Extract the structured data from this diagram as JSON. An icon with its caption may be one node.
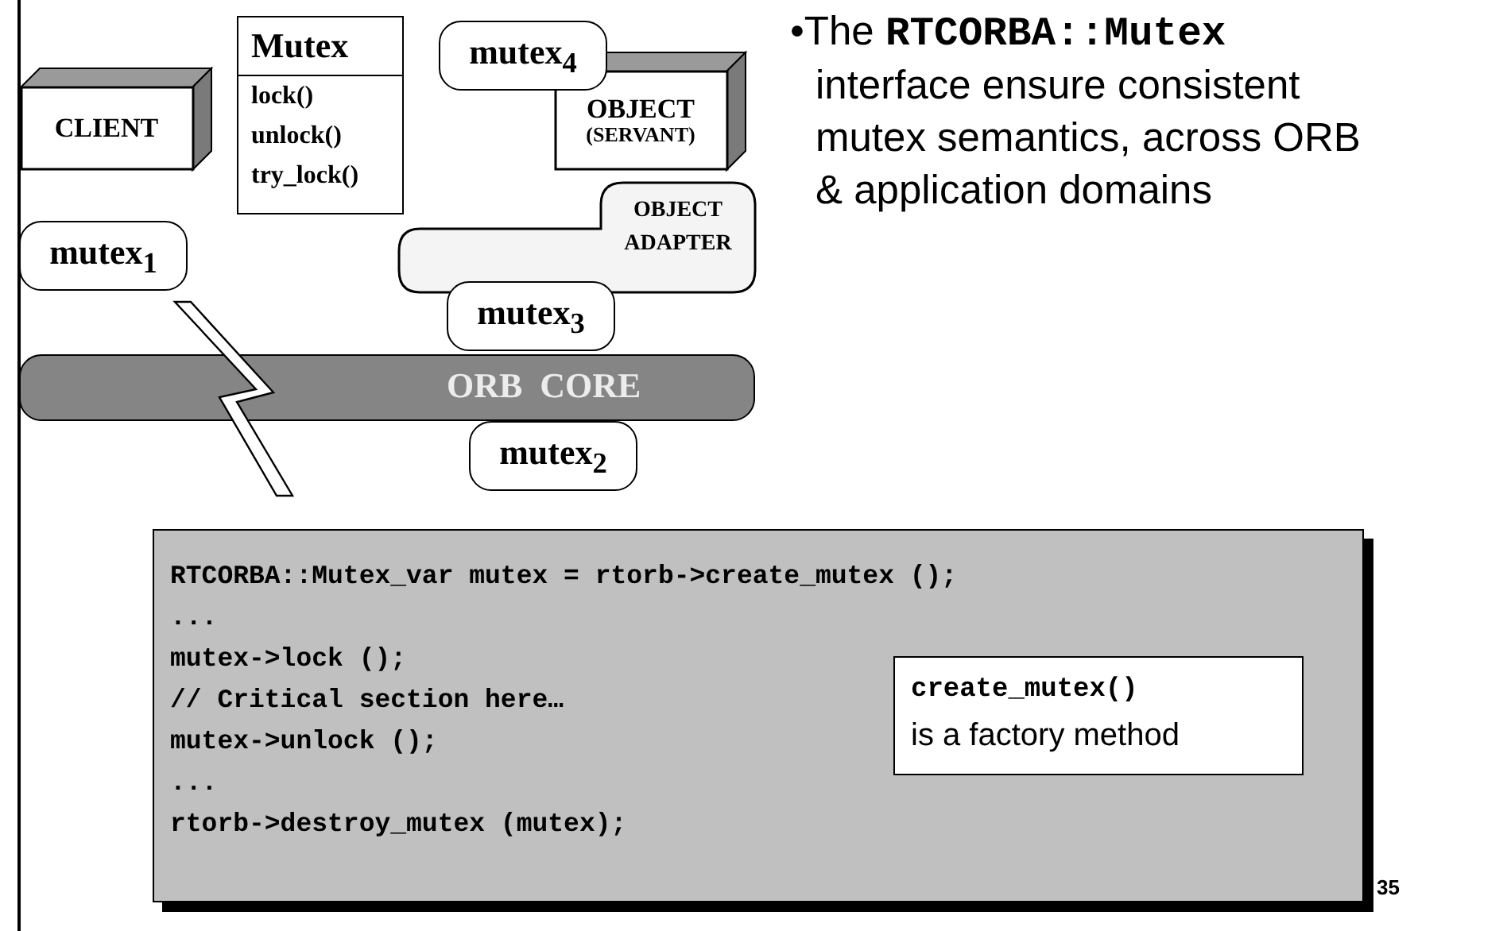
{
  "diagram": {
    "nodes": [
      {
        "text": [
          "CLIENT"
        ]
      },
      {
        "text": [
          "Mutex",
          "lock()",
          "unlock()",
          "try_lock()"
        ]
      },
      {
        "text": [
          "mutex$_{4}$"
        ]
      },
      {
        "text": [
          "OBJECT",
          "(SERVANT)"
        ]
      },
      {
        "text": [
          "OBJECT ADAPTER"
        ]
      },
      {
        "text": [
          "mutex$_{1}$"
        ]
      },
      {
        "text": [
          "mutex$_{3}$"
        ]
      },
      {
        "text": [
          "ORB  CORE"
        ]
      },
      {
        "text": [
          "mutex$_{2}$"
        ]
      },
      {
        "text": [
          "RTCORBA::Mutex_var mutex = rtorb->create_mutex ();",
          "...",
          "mutex->lock ();",
          "// Critical section here…",
          "mutex->unlock ();",
          "...",
          "rtorb->destroy_mutex (mutex);"
        ]
      },
      {
        "text": [
          "create_mutex()",
          "is a factory method"
        ],
        "in": 9
      }
    ],
    "labels": [
      "•The **RTCORBA::Mutex** interface ensure consistent mutex semantics, across ORB & application domains",
      "35"
    ]
  }
}
